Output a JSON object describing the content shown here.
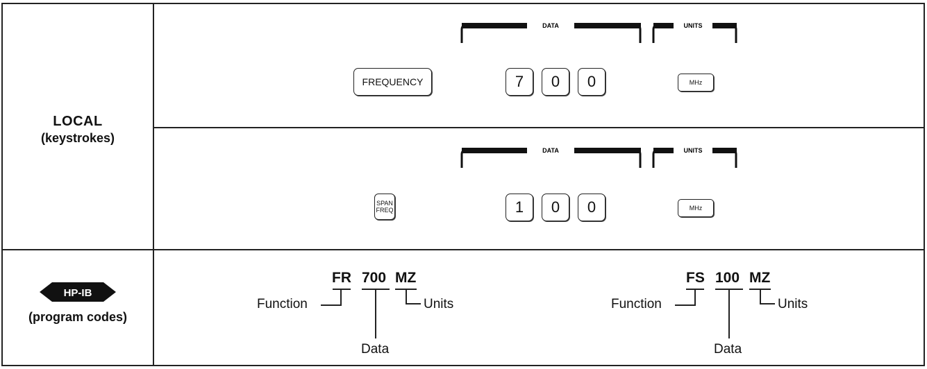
{
  "rows": {
    "local": {
      "title": "LOCAL",
      "subtitle": "(keystrokes)"
    },
    "hpib": {
      "badge": "HP-IB",
      "subtitle": "(program codes)"
    }
  },
  "example1": {
    "function_key": "FREQUENCY",
    "data_keys": [
      "7",
      "0",
      "0"
    ],
    "unit_key": "MHz",
    "data_bracket": "DATA",
    "units_bracket": "UNITS"
  },
  "example2": {
    "function_key_line1": "SPAN",
    "function_key_line2": "FREQ",
    "data_keys": [
      "1",
      "0",
      "0"
    ],
    "unit_key": "MHz",
    "data_bracket": "DATA",
    "units_bracket": "UNITS"
  },
  "program_codes": [
    {
      "function": "FR",
      "data": "700",
      "units": "MZ",
      "function_label": "Function",
      "data_label": "Data",
      "units_label": "Units"
    },
    {
      "function": "FS",
      "data": "100",
      "units": "MZ",
      "function_label": "Function",
      "data_label": "Data",
      "units_label": "Units"
    }
  ]
}
